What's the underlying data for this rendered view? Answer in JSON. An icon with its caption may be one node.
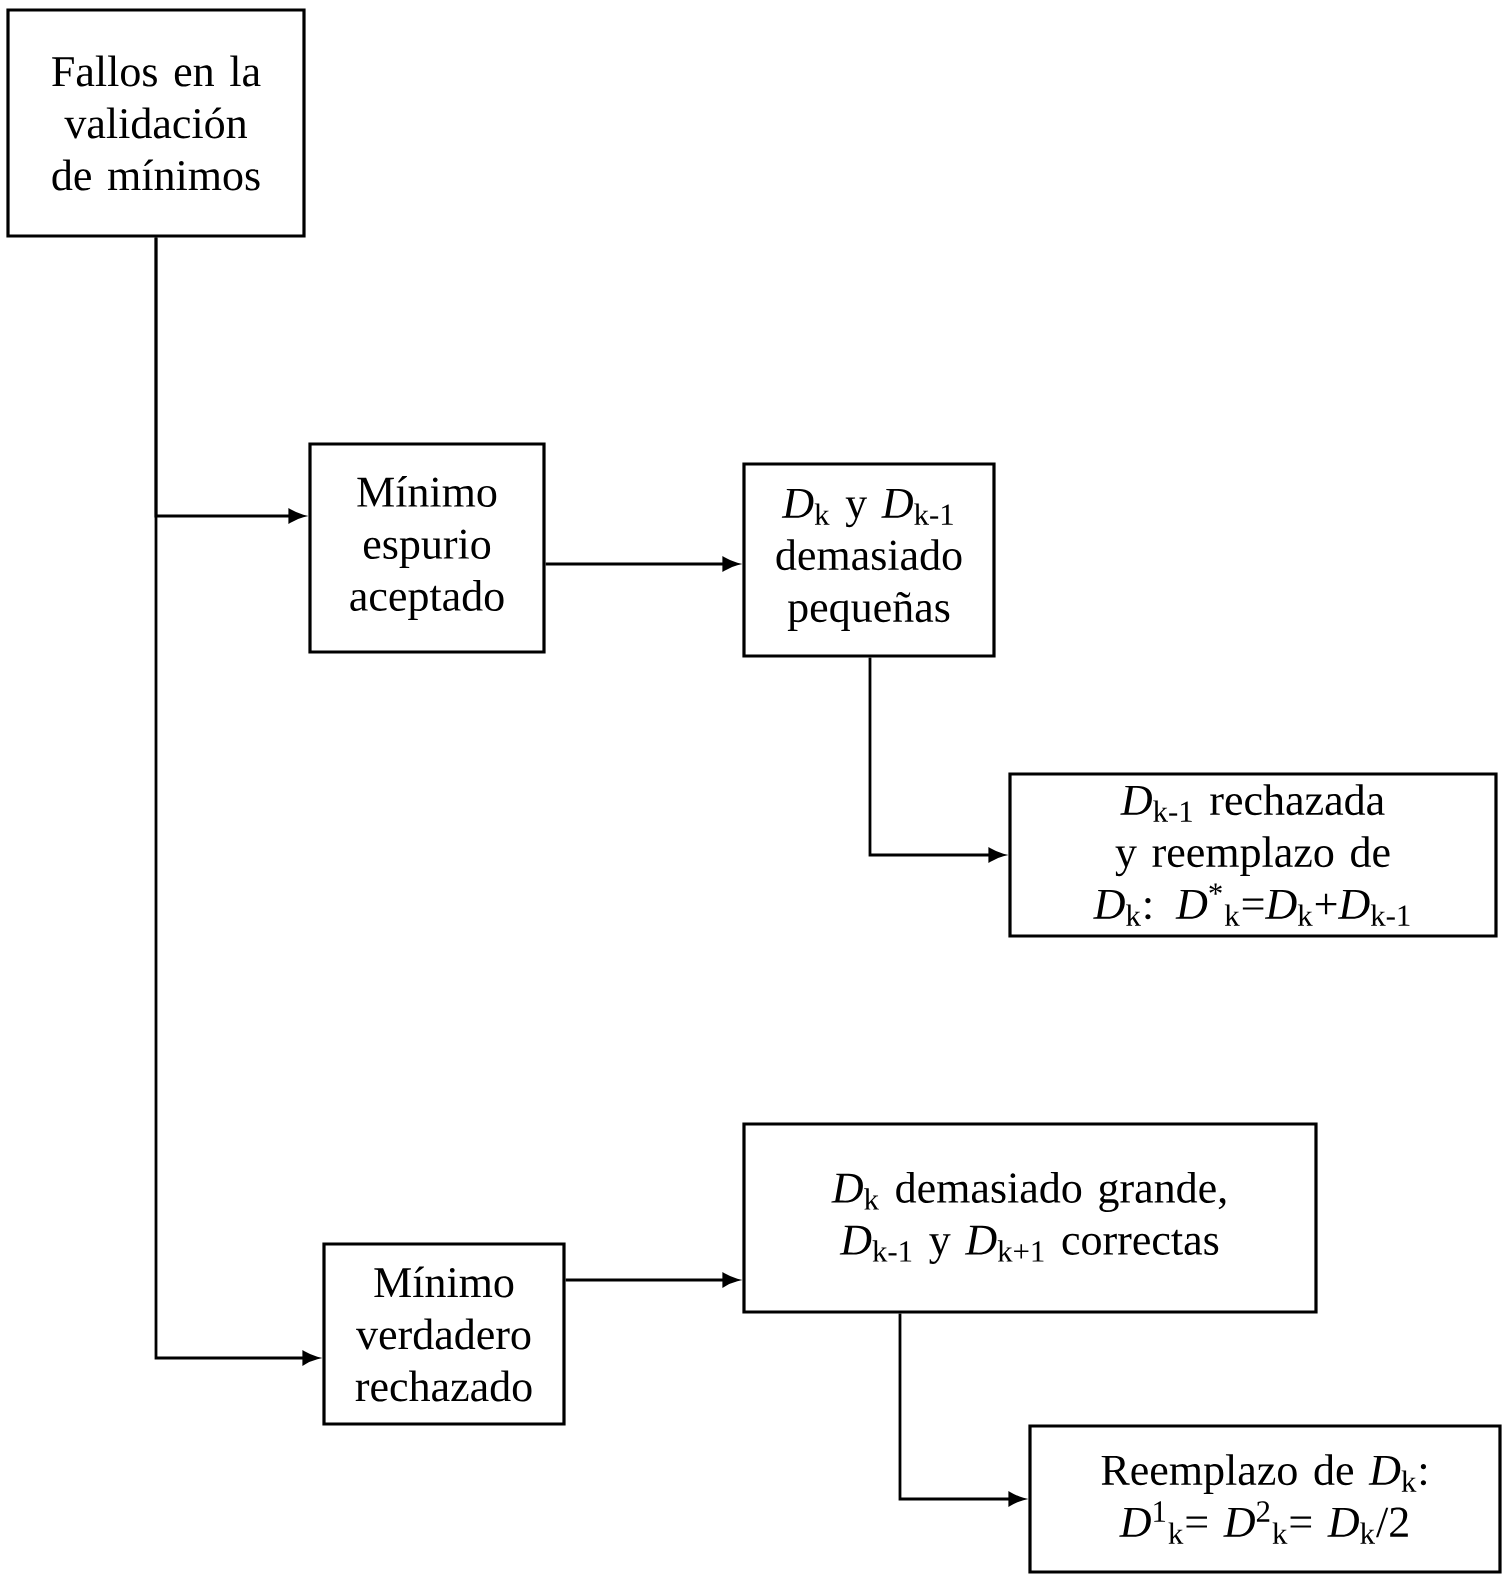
{
  "diagram": {
    "nodes": [
      {
        "text": [
          "Fallos en la validación de mínimos"
        ]
      },
      {
        "text": [
          "Mínimo espurio aceptado"
        ]
      },
      {
        "text": [
          "*D*$_{k}$ y *D*$_{k-1}$ demasiado pequeñas"
        ]
      },
      {
        "text": [
          "*D*$_{k-1}$ rechazada y reemplazo de *D*$_{k}$: *D*$^{*}$$_{k}$=*D*$_{k}$+*D*$_{k-1}$"
        ]
      },
      {
        "text": [
          "Mínimo verdadero rechazado"
        ]
      },
      {
        "text": [
          "*D*$_{k}$ demasiado grande, *D*$_{k-1}$ y *D*$_{k+1}$ correctas"
        ]
      },
      {
        "text": [
          "Reemplazo de *D*$_{k}$: *D*$^{1}$$_{k}$= *D*$^{2}$$_{k}$= *D*$_{k}$/2"
        ]
      }
    ],
    "edges": [
      {
        "from": 0,
        "to": 1,
        "arrow": "to"
      },
      {
        "from": 0,
        "to": 4,
        "arrow": "to"
      },
      {
        "from": 1,
        "to": 2,
        "arrow": "to"
      },
      {
        "from": 2,
        "to": 3,
        "arrow": "to"
      },
      {
        "from": 4,
        "to": 5,
        "arrow": "to"
      },
      {
        "from": 5,
        "to": 6,
        "arrow": "to"
      }
    ]
  }
}
